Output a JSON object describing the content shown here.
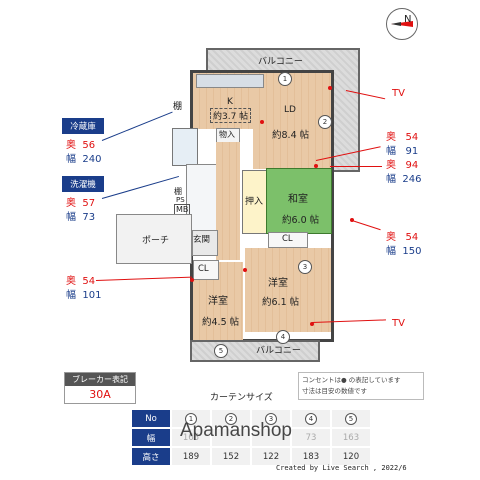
{
  "compass": {
    "letter": "N"
  },
  "rooms": {
    "balcony_top": "バルコニー",
    "balcony_bottom": "バルコニー",
    "k_label": "K",
    "k_size": "約3.7 帖",
    "ld_label": "LD",
    "ld_size": "約8.4 帖",
    "shelf": "棚",
    "storage": "物入",
    "oshiire": "押入",
    "washitsu": "和室",
    "washitsu_size": "約6.0 帖",
    "cl1": "CL",
    "cl2": "CL",
    "porch": "ポーチ",
    "entrance": "玄関",
    "yoshitsu1": "洋室",
    "yoshitsu1_size": "約4.5 帖",
    "yoshitsu2": "洋室",
    "yoshitsu2_size": "約6.1 帖",
    "shelf_small": "棚",
    "ps": "PS",
    "mb": "MB"
  },
  "specs": {
    "fridge": {
      "title": "冷蔵庫",
      "depth_label": "奥",
      "depth": "56",
      "width_label": "幅",
      "width": "240"
    },
    "washer": {
      "title": "洗濯機",
      "depth_label": "奥",
      "depth": "57",
      "width_label": "幅",
      "width": "73"
    },
    "right1": {
      "depth_label": "奥",
      "depth": "54",
      "width_label": "幅",
      "width": "91"
    },
    "right2": {
      "depth_label": "奥",
      "depth": "94",
      "width_label": "幅",
      "width": "246"
    },
    "right3": {
      "depth_label": "奥",
      "depth": "54",
      "width_label": "幅",
      "width": "150"
    },
    "left": {
      "depth_label": "奥",
      "depth": "54",
      "width_label": "幅",
      "width": "101"
    }
  },
  "tv_top": "TV",
  "tv_bottom": "TV",
  "breaker": {
    "label": "ブレーカー表記",
    "value": "30A"
  },
  "outlet_note": {
    "line1": "コンセントは● の表記しています",
    "line2": "寸法は目安の数値です"
  },
  "curtain": {
    "title": "カーテンサイズ",
    "row_labels": [
      "No",
      "幅",
      "高さ"
    ],
    "numbers": [
      "1",
      "2",
      "3",
      "4",
      "5"
    ],
    "widths": [
      "165",
      "",
      "",
      "73",
      "163"
    ],
    "heights": [
      "189",
      "152",
      "122",
      "183",
      "120"
    ]
  },
  "watermark": "Apamanshop",
  "credit": "Created by Live Search , 2022/6",
  "window_numbers": [
    "1",
    "2",
    "3",
    "4",
    "5"
  ]
}
